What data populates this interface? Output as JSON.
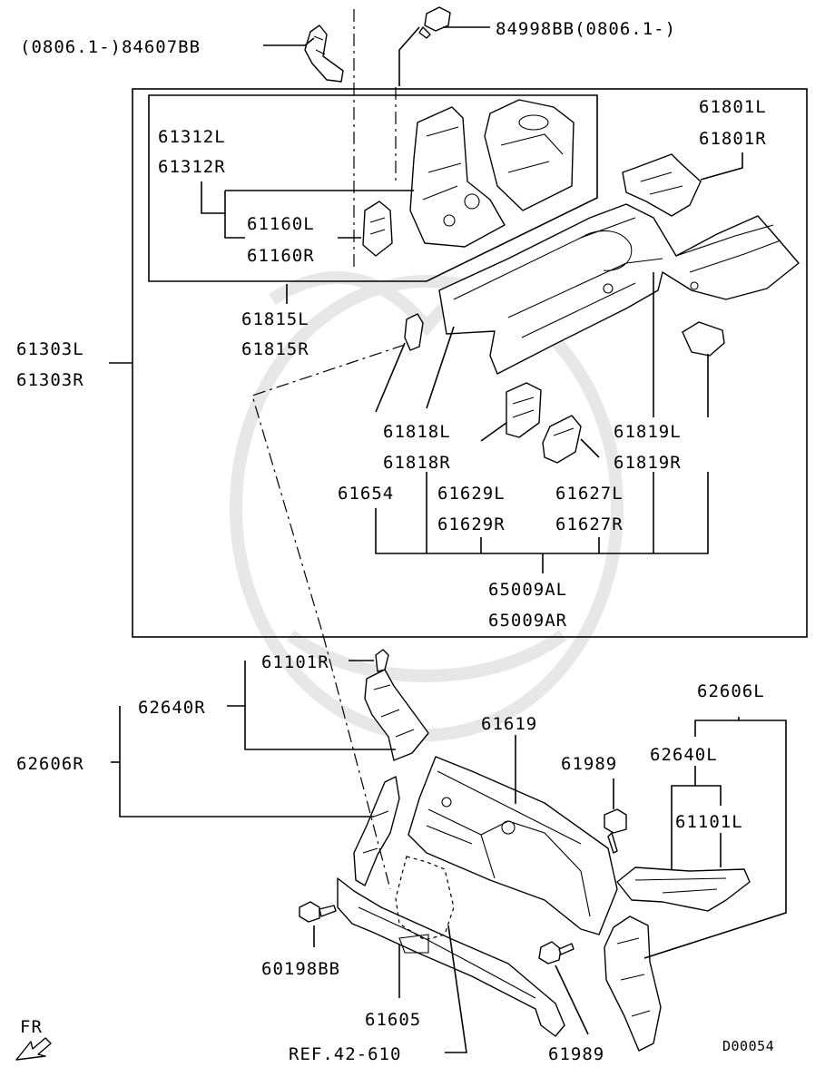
{
  "diagram": {
    "labels": {
      "p84607BB": "(0806.1-)84607BB",
      "p84998BB": "84998BB(0806.1-)",
      "p61312L": "61312L",
      "p61312R": "61312R",
      "p61160L": "61160L",
      "p61160R": "61160R",
      "p61801L": "61801L",
      "p61801R": "61801R",
      "p61815L": "61815L",
      "p61815R": "61815R",
      "p61303L": "61303L",
      "p61303R": "61303R",
      "p61818L": "61818L",
      "p61818R": "61818R",
      "p61819L": "61819L",
      "p61819R": "61819R",
      "p61654": "61654",
      "p61629L": "61629L",
      "p61629R": "61629R",
      "p61627L": "61627L",
      "p61627R": "61627R",
      "p65009AL": "65009AL",
      "p65009AR": "65009AR",
      "p61101R": "61101R",
      "p62640R": "62640R",
      "p62606R": "62606R",
      "p61619": "61619",
      "p61989a": "61989",
      "p62606L": "62606L",
      "p62640L": "62640L",
      "p61101L": "61101L",
      "p60198BB": "60198BB",
      "p61605": "61605",
      "pREF": "REF.42-610",
      "p61989b": "61989",
      "diagramId": "D00054",
      "fr": "FR"
    }
  }
}
